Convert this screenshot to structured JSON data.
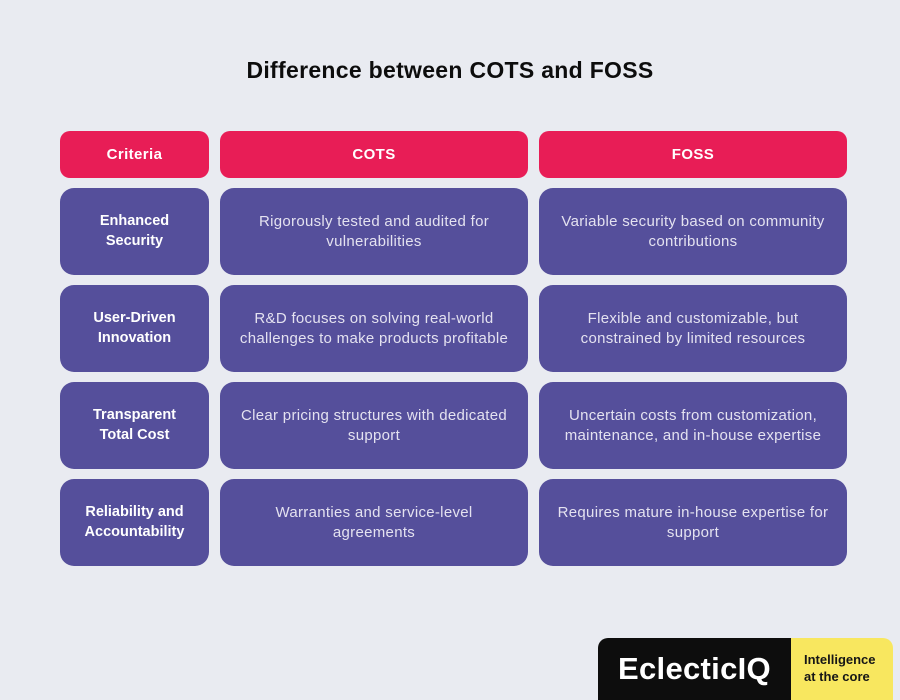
{
  "title": "Difference between COTS and FOSS",
  "table": {
    "headers": [
      {
        "label": "Criteria"
      },
      {
        "label": "COTS"
      },
      {
        "label": "FOSS"
      }
    ],
    "rows": [
      {
        "criteria": "Enhanced Security",
        "cots": "Rigorously tested and audited for vulnerabilities",
        "foss": "Variable security based on community contributions"
      },
      {
        "criteria": "User-Driven Innovation",
        "cots": "R&D focuses on solving real-world challenges to make products profitable",
        "foss": "Flexible and customizable, but constrained by limited resources"
      },
      {
        "criteria": "Transparent Total Cost",
        "cots": "Clear pricing structures with dedicated support",
        "foss": "Uncertain costs from customization, maintenance, and in-house expertise"
      },
      {
        "criteria": "Reliability and Accountability",
        "cots": "Warranties and service-level agreements",
        "foss": "Requires mature in-house expertise for support"
      }
    ]
  },
  "footer": {
    "brand": "EclecticIQ",
    "tagline": "Intelligence at the core"
  },
  "colors": {
    "page_bg": "#E9EBF1",
    "header_bg": "#E81D56",
    "cell_bg": "#554F9B",
    "title_text": "#0D0D0D",
    "cell_text": "#E4E2F0",
    "logo_black": "#0D0D0D",
    "logo_yellow": "#F8E75F"
  }
}
